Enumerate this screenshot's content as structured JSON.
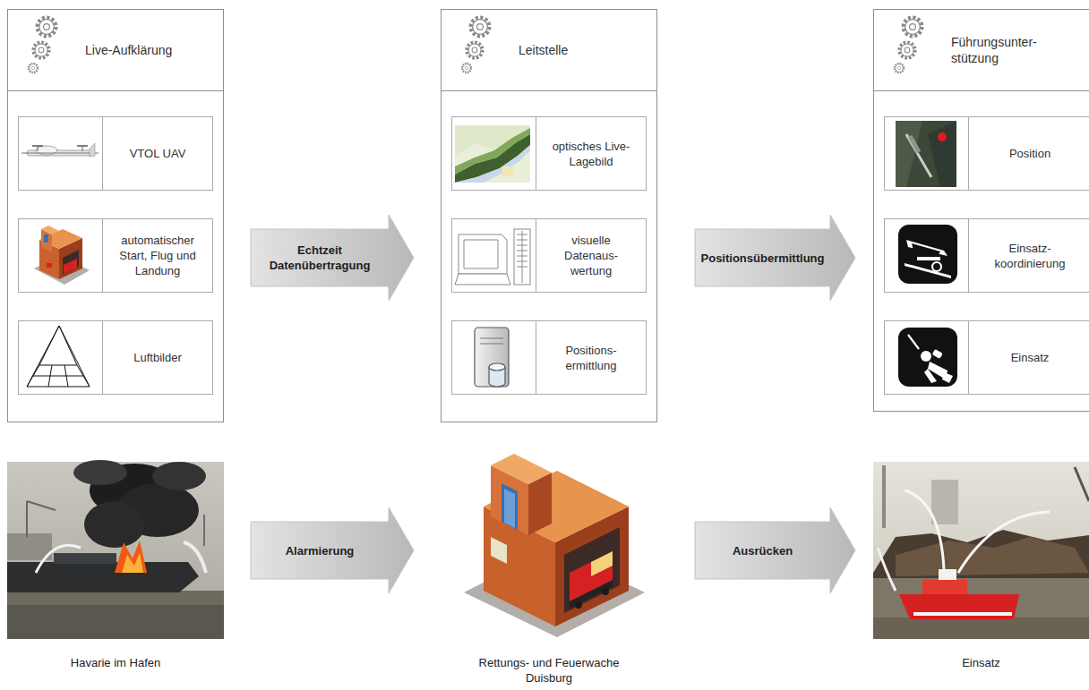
{
  "diagram": {
    "nodes": [
      {
        "text": [
          "Live-Aufklärung"
        ]
      },
      {
        "text": [
          "VTOL UAV"
        ],
        "in": 0
      },
      {
        "text": [
          "automatischer Start, Flug und Landung"
        ],
        "in": 0
      },
      {
        "text": [
          "Luftbilder"
        ],
        "in": 0
      },
      {
        "text": [
          "Leitstelle"
        ]
      },
      {
        "text": [
          "optisches Live- Lagebild"
        ],
        "in": 4
      },
      {
        "text": [
          "visuelle Datenaus- wertung"
        ],
        "in": 4
      },
      {
        "text": [
          "Positions- ermittlung"
        ],
        "in": 4
      },
      {
        "text": [
          "Führungsunter- stützung"
        ]
      },
      {
        "text": [
          "Position"
        ],
        "in": 8
      },
      {
        "text": [
          "Einsatz- koordinierung"
        ],
        "in": 8
      },
      {
        "text": [
          "Einsatz"
        ],
        "in": 8
      },
      {
        "text": [
          "Havarie im Hafen"
        ]
      },
      {
        "text": [
          "Rettungs- und Feuerwache Duisburg"
        ]
      },
      {
        "text": [
          "Einsatz"
        ]
      }
    ],
    "edges": [
      {
        "from": 0,
        "to": 4,
        "arrow": "to",
        "label": "Echtzeit Datenübertragung"
      },
      {
        "from": 4,
        "to": 8,
        "arrow": "to",
        "label": "Positionsübermittlung"
      },
      {
        "from": 12,
        "to": 13,
        "arrow": "to",
        "label": "Alarmierung"
      },
      {
        "from": 13,
        "to": 14,
        "arrow": "to",
        "label": "Ausrücken"
      }
    ]
  }
}
